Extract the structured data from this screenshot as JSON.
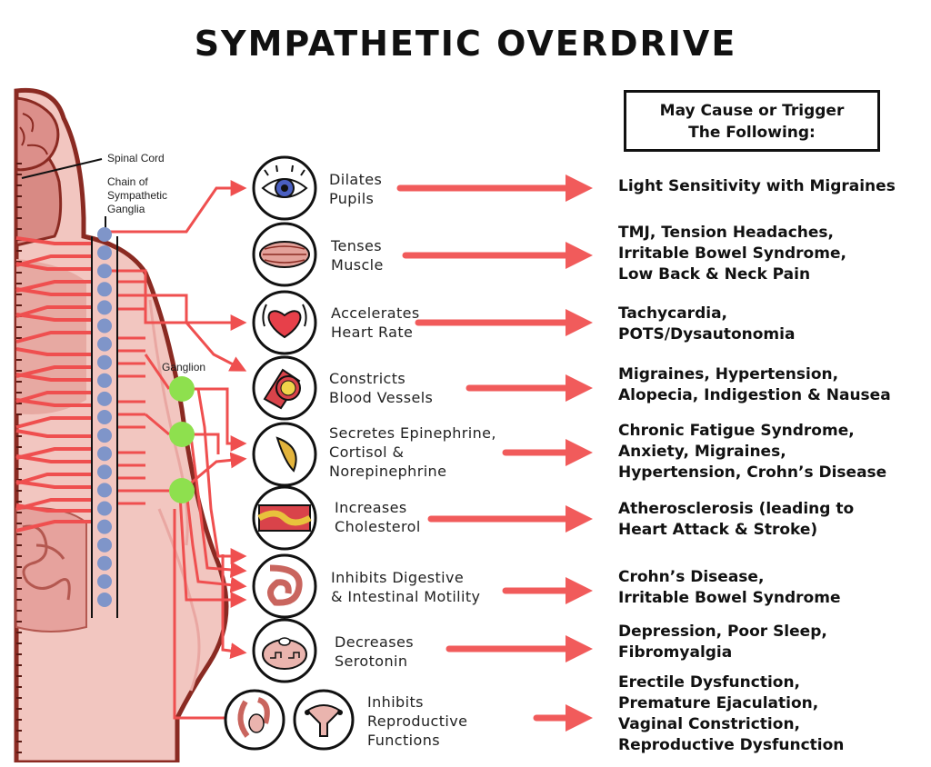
{
  "title": "SYMPATHETIC OVERDRIVE",
  "header": {
    "line1": "May Cause or Trigger",
    "line2": "The Following:"
  },
  "labels": {
    "spinal_cord": "Spinal Cord",
    "chain": [
      "Chain of",
      "Sympathetic",
      "Ganglia"
    ],
    "ganglion": "Ganglion"
  },
  "effects": [
    {
      "icon": "eye-icon",
      "lines": [
        "Dilates",
        "Pupils"
      ],
      "consequences": [
        "Light Sensitivity with Migraines"
      ]
    },
    {
      "icon": "muscle-icon",
      "lines": [
        "Tenses",
        "Muscle"
      ],
      "consequences": [
        "TMJ, Tension Headaches,",
        "Irritable Bowel Syndrome,",
        "Low Back & Neck Pain"
      ]
    },
    {
      "icon": "heart-icon",
      "lines": [
        "Accelerates",
        "Heart Rate"
      ],
      "consequences": [
        "Tachycardia,",
        "POTS/Dysautonomia"
      ]
    },
    {
      "icon": "blood-vessel-icon",
      "lines": [
        "Constricts",
        "Blood Vessels"
      ],
      "consequences": [
        "Migraines, Hypertension,",
        "Alopecia, Indigestion & Nausea"
      ]
    },
    {
      "icon": "adrenal-gland-icon",
      "lines": [
        "Secretes Epinephrine,",
        "Cortisol &",
        "Norepinephrine"
      ],
      "consequences": [
        "Chronic Fatigue Syndrome,",
        "Anxiety, Migraines,",
        "Hypertension, Crohn’s Disease"
      ]
    },
    {
      "icon": "artery-plaque-icon",
      "lines": [
        "Increases",
        "Cholesterol"
      ],
      "consequences": [
        "Atherosclerosis (leading to",
        "Heart Attack & Stroke)"
      ]
    },
    {
      "icon": "intestine-icon",
      "lines": [
        "Inhibits Digestive",
        "& Intestinal Motility"
      ],
      "consequences": [
        "Crohn’s Disease,",
        "Irritable Bowel Syndrome"
      ]
    },
    {
      "icon": "serotonin-cell-icon",
      "lines": [
        "Decreases",
        "Serotonin"
      ],
      "consequences": [
        "Depression, Poor Sleep,",
        "Fibromyalgia"
      ]
    },
    {
      "icon": "reproductive-organs-icon",
      "lines": [
        "Inhibits",
        "Reproductive",
        "Functions"
      ],
      "consequences": [
        "Erectile Dysfunction,",
        "Premature Ejaculation,",
        "Vaginal Constriction,",
        "Reproductive Dysfunction"
      ]
    }
  ],
  "colors": {
    "arrow": "#f15b5b",
    "nerve": "#ef4f4f",
    "ganglion": "#8ee04e",
    "spine": "#7f95c9",
    "skin": "#f2c6c0",
    "outline": "#8a2a22"
  }
}
